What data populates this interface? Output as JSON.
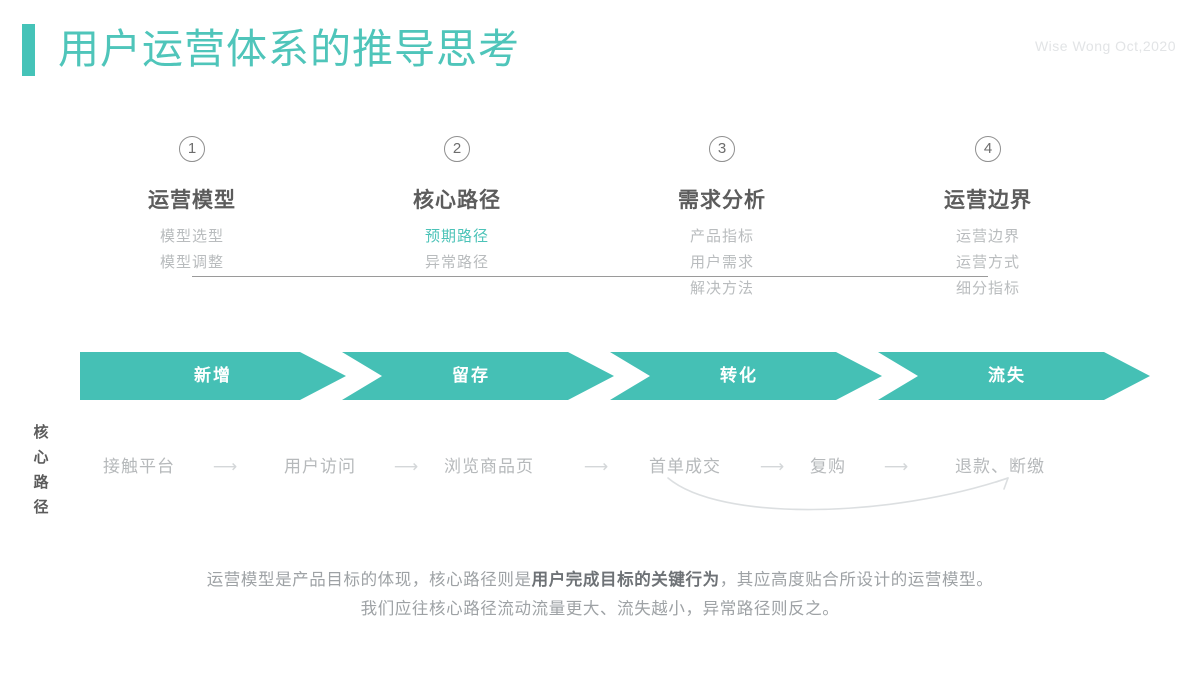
{
  "header": {
    "title": "用户运营体系的推导思考",
    "byline": "Wise Wong   Oct,2020",
    "accent_color": "#45c3b8",
    "title_color": "#4fc5ba",
    "byline_color": "#e2e4e6"
  },
  "timeline": {
    "steps": [
      {
        "number": "1",
        "heading": "运营模型",
        "subs": [
          {
            "label": "模型选型",
            "highlight": false
          },
          {
            "label": "模型调整",
            "highlight": false
          }
        ]
      },
      {
        "number": "2",
        "heading": "核心路径",
        "subs": [
          {
            "label": "预期路径",
            "highlight": true
          },
          {
            "label": "异常路径",
            "highlight": false
          }
        ]
      },
      {
        "number": "3",
        "heading": "需求分析",
        "subs": [
          {
            "label": "产品指标",
            "highlight": false
          },
          {
            "label": "用户需求",
            "highlight": false
          },
          {
            "label": "解决方法",
            "highlight": false
          }
        ]
      },
      {
        "number": "4",
        "heading": "运营边界",
        "subs": [
          {
            "label": "运营边界",
            "highlight": false
          },
          {
            "label": "运营方式",
            "highlight": false
          },
          {
            "label": "细分指标",
            "highlight": false
          }
        ]
      }
    ]
  },
  "funnel": {
    "color": "#45c0b5",
    "stages": [
      {
        "label": "新增"
      },
      {
        "label": "留存"
      },
      {
        "label": "转化"
      },
      {
        "label": "流失"
      }
    ]
  },
  "core_path": {
    "side_label": "核心路径",
    "arrow_glyph": "⟶",
    "nodes": [
      {
        "label": "接触平台"
      },
      {
        "label": "用户访问"
      },
      {
        "label": "浏览商品页"
      },
      {
        "label": "首单成交"
      },
      {
        "label": "复购"
      },
      {
        "label": "退款、断缴"
      }
    ],
    "loop_note": "curved-return-arrow"
  },
  "footer_note": {
    "line1_a": "运营模型是产品目标的体现，核心路径则是",
    "line1_b": "用户完成目标的关键行为",
    "line1_c": "，其应高度贴合所设计的运营模型。",
    "line2": "我们应往核心路径流动流量更大、流失越小，异常路径则反之。"
  }
}
